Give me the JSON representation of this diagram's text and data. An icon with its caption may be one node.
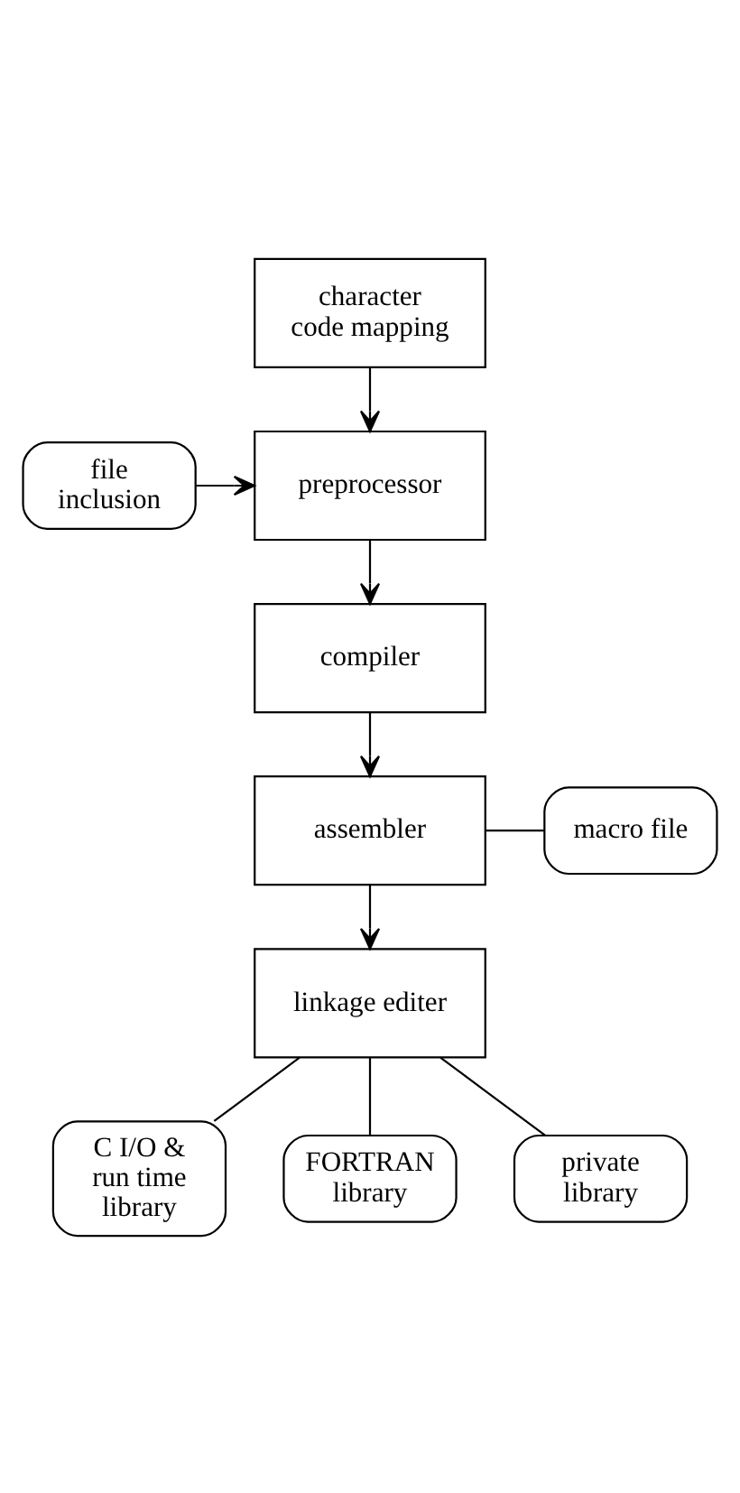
{
  "diagram": {
    "nodes": [
      {
        "text": [
          "character code mapping"
        ]
      },
      {
        "text": [
          "preprocessor"
        ]
      },
      {
        "text": [
          "file inclusion"
        ]
      },
      {
        "text": [
          "compiler"
        ]
      },
      {
        "text": [
          "assembler"
        ]
      },
      {
        "text": [
          "macro file"
        ]
      },
      {
        "text": [
          "linkage editer"
        ]
      },
      {
        "text": [
          "C I/O & run time library"
        ]
      },
      {
        "text": [
          "FORTRAN library"
        ]
      },
      {
        "text": [
          "private library"
        ]
      }
    ],
    "edges": [
      {
        "from": 0,
        "to": 1,
        "arrow": "to"
      },
      {
        "from": 2,
        "to": 1,
        "arrow": "to"
      },
      {
        "from": 1,
        "to": 3,
        "arrow": "to"
      },
      {
        "from": 3,
        "to": 4,
        "arrow": "to"
      },
      {
        "from": 4,
        "to": 5,
        "arrow": "none"
      },
      {
        "from": 4,
        "to": 6,
        "arrow": "to"
      },
      {
        "from": 6,
        "to": 7,
        "arrow": "none"
      },
      {
        "from": 6,
        "to": 8,
        "arrow": "none"
      },
      {
        "from": 6,
        "to": 9,
        "arrow": "none"
      }
    ]
  }
}
